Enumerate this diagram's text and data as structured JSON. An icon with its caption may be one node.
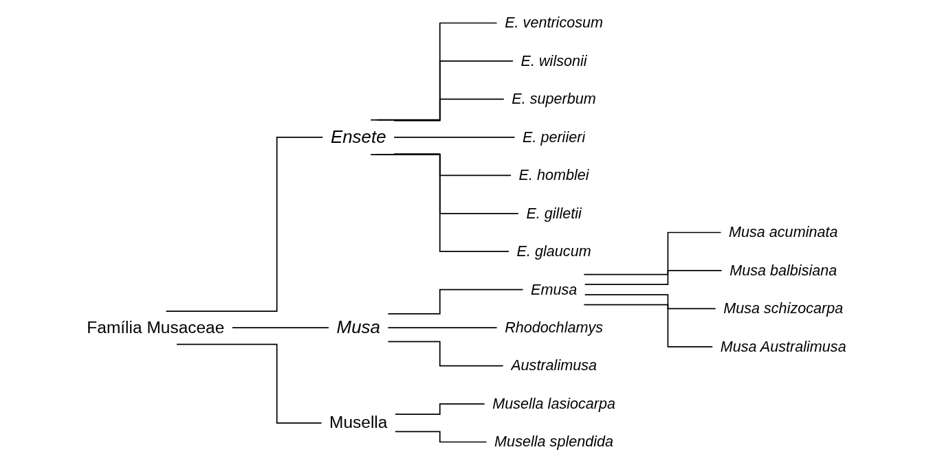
{
  "diagram": {
    "nodes": [
      {
        "text": [
          "Família Musaceae"
        ]
      },
      {
        "text": [
          "Ensete"
        ]
      },
      {
        "text": [
          "E. ventricosum"
        ]
      },
      {
        "text": [
          "E.  wilsonii"
        ]
      },
      {
        "text": [
          "E. superbum"
        ]
      },
      {
        "text": [
          "E. periieri"
        ]
      },
      {
        "text": [
          "E. homblei"
        ]
      },
      {
        "text": [
          "E. gilletii"
        ]
      },
      {
        "text": [
          "E. glaucum"
        ]
      },
      {
        "text": [
          "Musa"
        ]
      },
      {
        "text": [
          "Emusa"
        ]
      },
      {
        "text": [
          "Rhodochlamys"
        ]
      },
      {
        "text": [
          "Australimusa"
        ]
      },
      {
        "text": [
          "Musa acuminata"
        ]
      },
      {
        "text": [
          "Musa balbisiana"
        ]
      },
      {
        "text": [
          "Musa schizocarpa"
        ]
      },
      {
        "text": [
          "Musa Australimusa"
        ]
      },
      {
        "text": [
          "Musella"
        ]
      },
      {
        "text": [
          "Musella lasiocarpa"
        ]
      },
      {
        "text": [
          "Musella splendida"
        ]
      }
    ],
    "edges": [
      {
        "from": 0,
        "to": 1,
        "arrow": "none"
      },
      {
        "from": 0,
        "to": 9,
        "arrow": "none"
      },
      {
        "from": 0,
        "to": 17,
        "arrow": "none"
      },
      {
        "from": 1,
        "to": 2,
        "arrow": "none"
      },
      {
        "from": 1,
        "to": 3,
        "arrow": "none"
      },
      {
        "from": 1,
        "to": 4,
        "arrow": "none"
      },
      {
        "from": 1,
        "to": 5,
        "arrow": "none"
      },
      {
        "from": 1,
        "to": 6,
        "arrow": "none"
      },
      {
        "from": 1,
        "to": 7,
        "arrow": "none"
      },
      {
        "from": 1,
        "to": 8,
        "arrow": "none"
      },
      {
        "from": 9,
        "to": 10,
        "arrow": "none"
      },
      {
        "from": 9,
        "to": 11,
        "arrow": "none"
      },
      {
        "from": 9,
        "to": 12,
        "arrow": "none"
      },
      {
        "from": 10,
        "to": 13,
        "arrow": "none"
      },
      {
        "from": 10,
        "to": 14,
        "arrow": "none"
      },
      {
        "from": 10,
        "to": 15,
        "arrow": "none"
      },
      {
        "from": 10,
        "to": 16,
        "arrow": "none"
      },
      {
        "from": 17,
        "to": 18,
        "arrow": "none"
      },
      {
        "from": 17,
        "to": 19,
        "arrow": "none"
      }
    ]
  }
}
